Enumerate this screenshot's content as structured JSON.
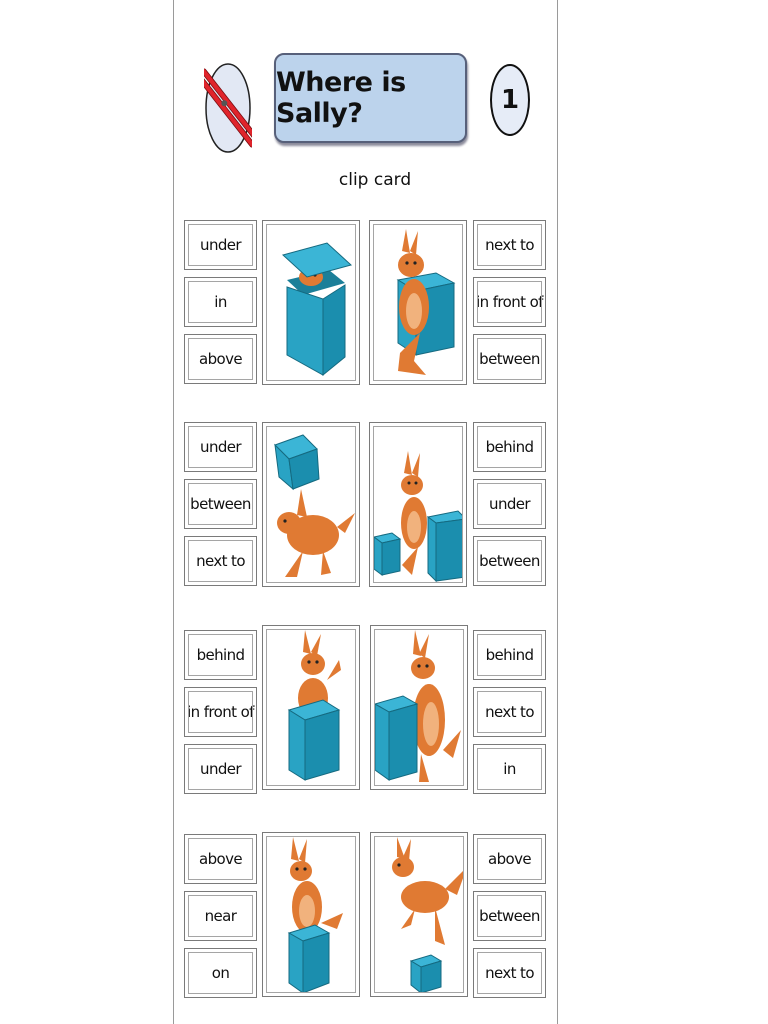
{
  "header": {
    "title": "Where is Sally?",
    "card_number": "1",
    "subtitle": "clip card",
    "clothespin_icon": "clothespin-icon"
  },
  "cards": [
    {
      "left_words": [
        "under",
        "in",
        "above"
      ],
      "scene": "kangaroo in an open box",
      "right_words": [
        "next to",
        "in front of",
        "between"
      ],
      "right_scene": "kangaroo in front of a box"
    },
    {
      "left_words": [
        "under",
        "between",
        "next to"
      ],
      "scene": "kangaroo under a box",
      "right_words": [
        "behind",
        "under",
        "between"
      ],
      "right_scene": "kangaroo between two boxes"
    },
    {
      "left_words": [
        "behind",
        "in front of",
        "under"
      ],
      "scene": "kangaroo behind a box",
      "right_words": [
        "behind",
        "next to",
        "in"
      ],
      "right_scene": "kangaroo next to a box"
    },
    {
      "left_words": [
        "above",
        "near",
        "on"
      ],
      "scene": "kangaroo on a box",
      "right_words": [
        "above",
        "between",
        "next to"
      ],
      "right_scene": "kangaroo above a box"
    }
  ],
  "colors": {
    "title_bg": "#bcd3ec",
    "box": "#29a3c4",
    "box_dark": "#1b7f99",
    "kangaroo": "#e07a33",
    "clothespin": "#e0242b"
  }
}
